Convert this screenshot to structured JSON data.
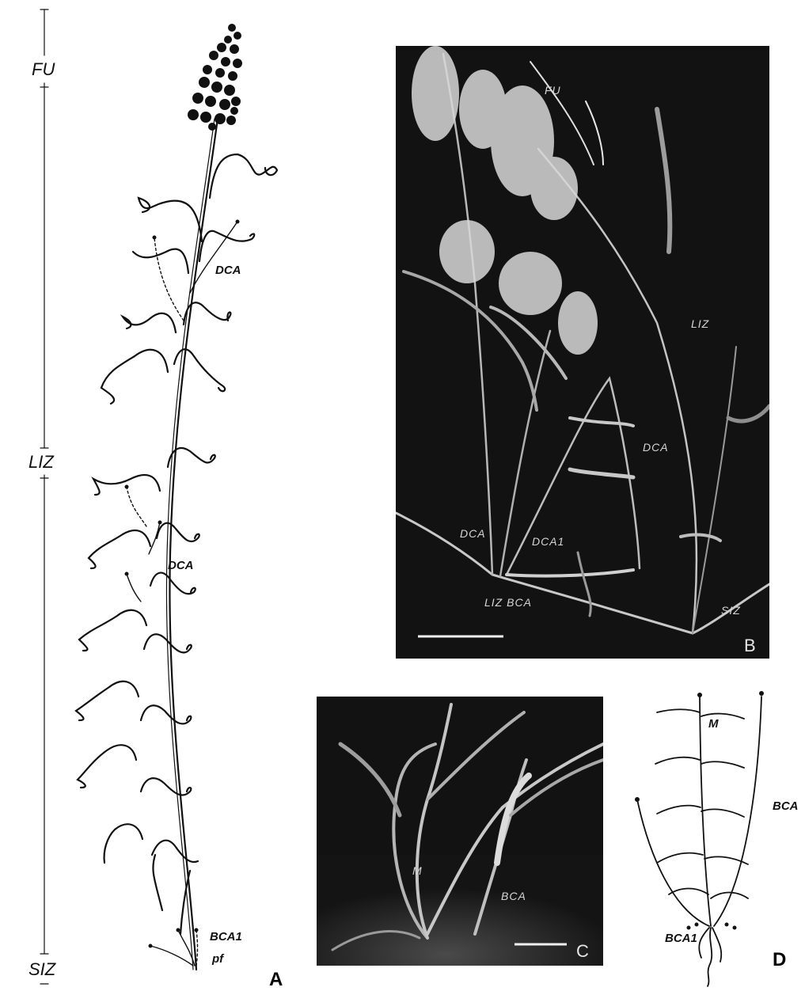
{
  "panel_a": {
    "zones": [
      "FU",
      "LIZ",
      "SIZ"
    ],
    "labels": {
      "dca_upper": "DCA",
      "dca_lower": "DCA",
      "bca1": "BCA1",
      "pf": "pf"
    },
    "letter": "A"
  },
  "panel_b": {
    "labels": {
      "fu": "FU",
      "liz": "LIZ",
      "dca_right": "DCA",
      "dca_left": "DCA",
      "dca1": "DCA1",
      "liz_bca": "LIZ BCA",
      "siz": "SIZ"
    },
    "letter": "B"
  },
  "panel_c": {
    "labels": {
      "m": "M",
      "bca": "BCA"
    },
    "letter": "C"
  },
  "panel_d": {
    "labels": {
      "m": "M",
      "bca": "BCA",
      "bca1": "BCA1"
    },
    "letter": "D"
  }
}
